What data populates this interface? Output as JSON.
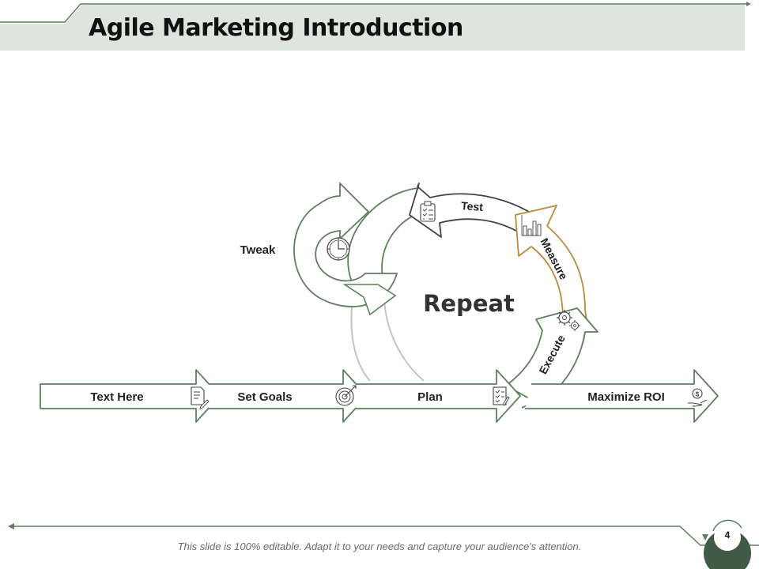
{
  "slide": {
    "title": "Agile Marketing Introduction",
    "footer_note": "This slide is 100% editable. Adapt it to your needs and capture your audience's attention.",
    "page_number": "4"
  },
  "diagram": {
    "center_label": "Repeat",
    "tweak_label": "Tweak",
    "steps": [
      {
        "label": "Text Here",
        "icon": "document-icon"
      },
      {
        "label": "Set Goals",
        "icon": "target-icon"
      },
      {
        "label": "Plan",
        "icon": "checklist-icon"
      },
      {
        "label": "Maximize ROI",
        "icon": "money-hand-icon"
      }
    ],
    "cycle": [
      {
        "label": "Test",
        "icon": "clipboard-checklist-icon"
      },
      {
        "label": "Measure",
        "icon": "bar-chart-icon"
      },
      {
        "label": "Execute",
        "icon": "gears-icon"
      }
    ],
    "tweak_icon": "clock-icon"
  },
  "colors": {
    "green": "#5e7f5e",
    "header_band": "#dde5de",
    "measure_gold": "#b98b3a",
    "test_gray": "#3d4348",
    "light_gray": "#c4c4c4",
    "footer_dark": "#3f5a45"
  }
}
